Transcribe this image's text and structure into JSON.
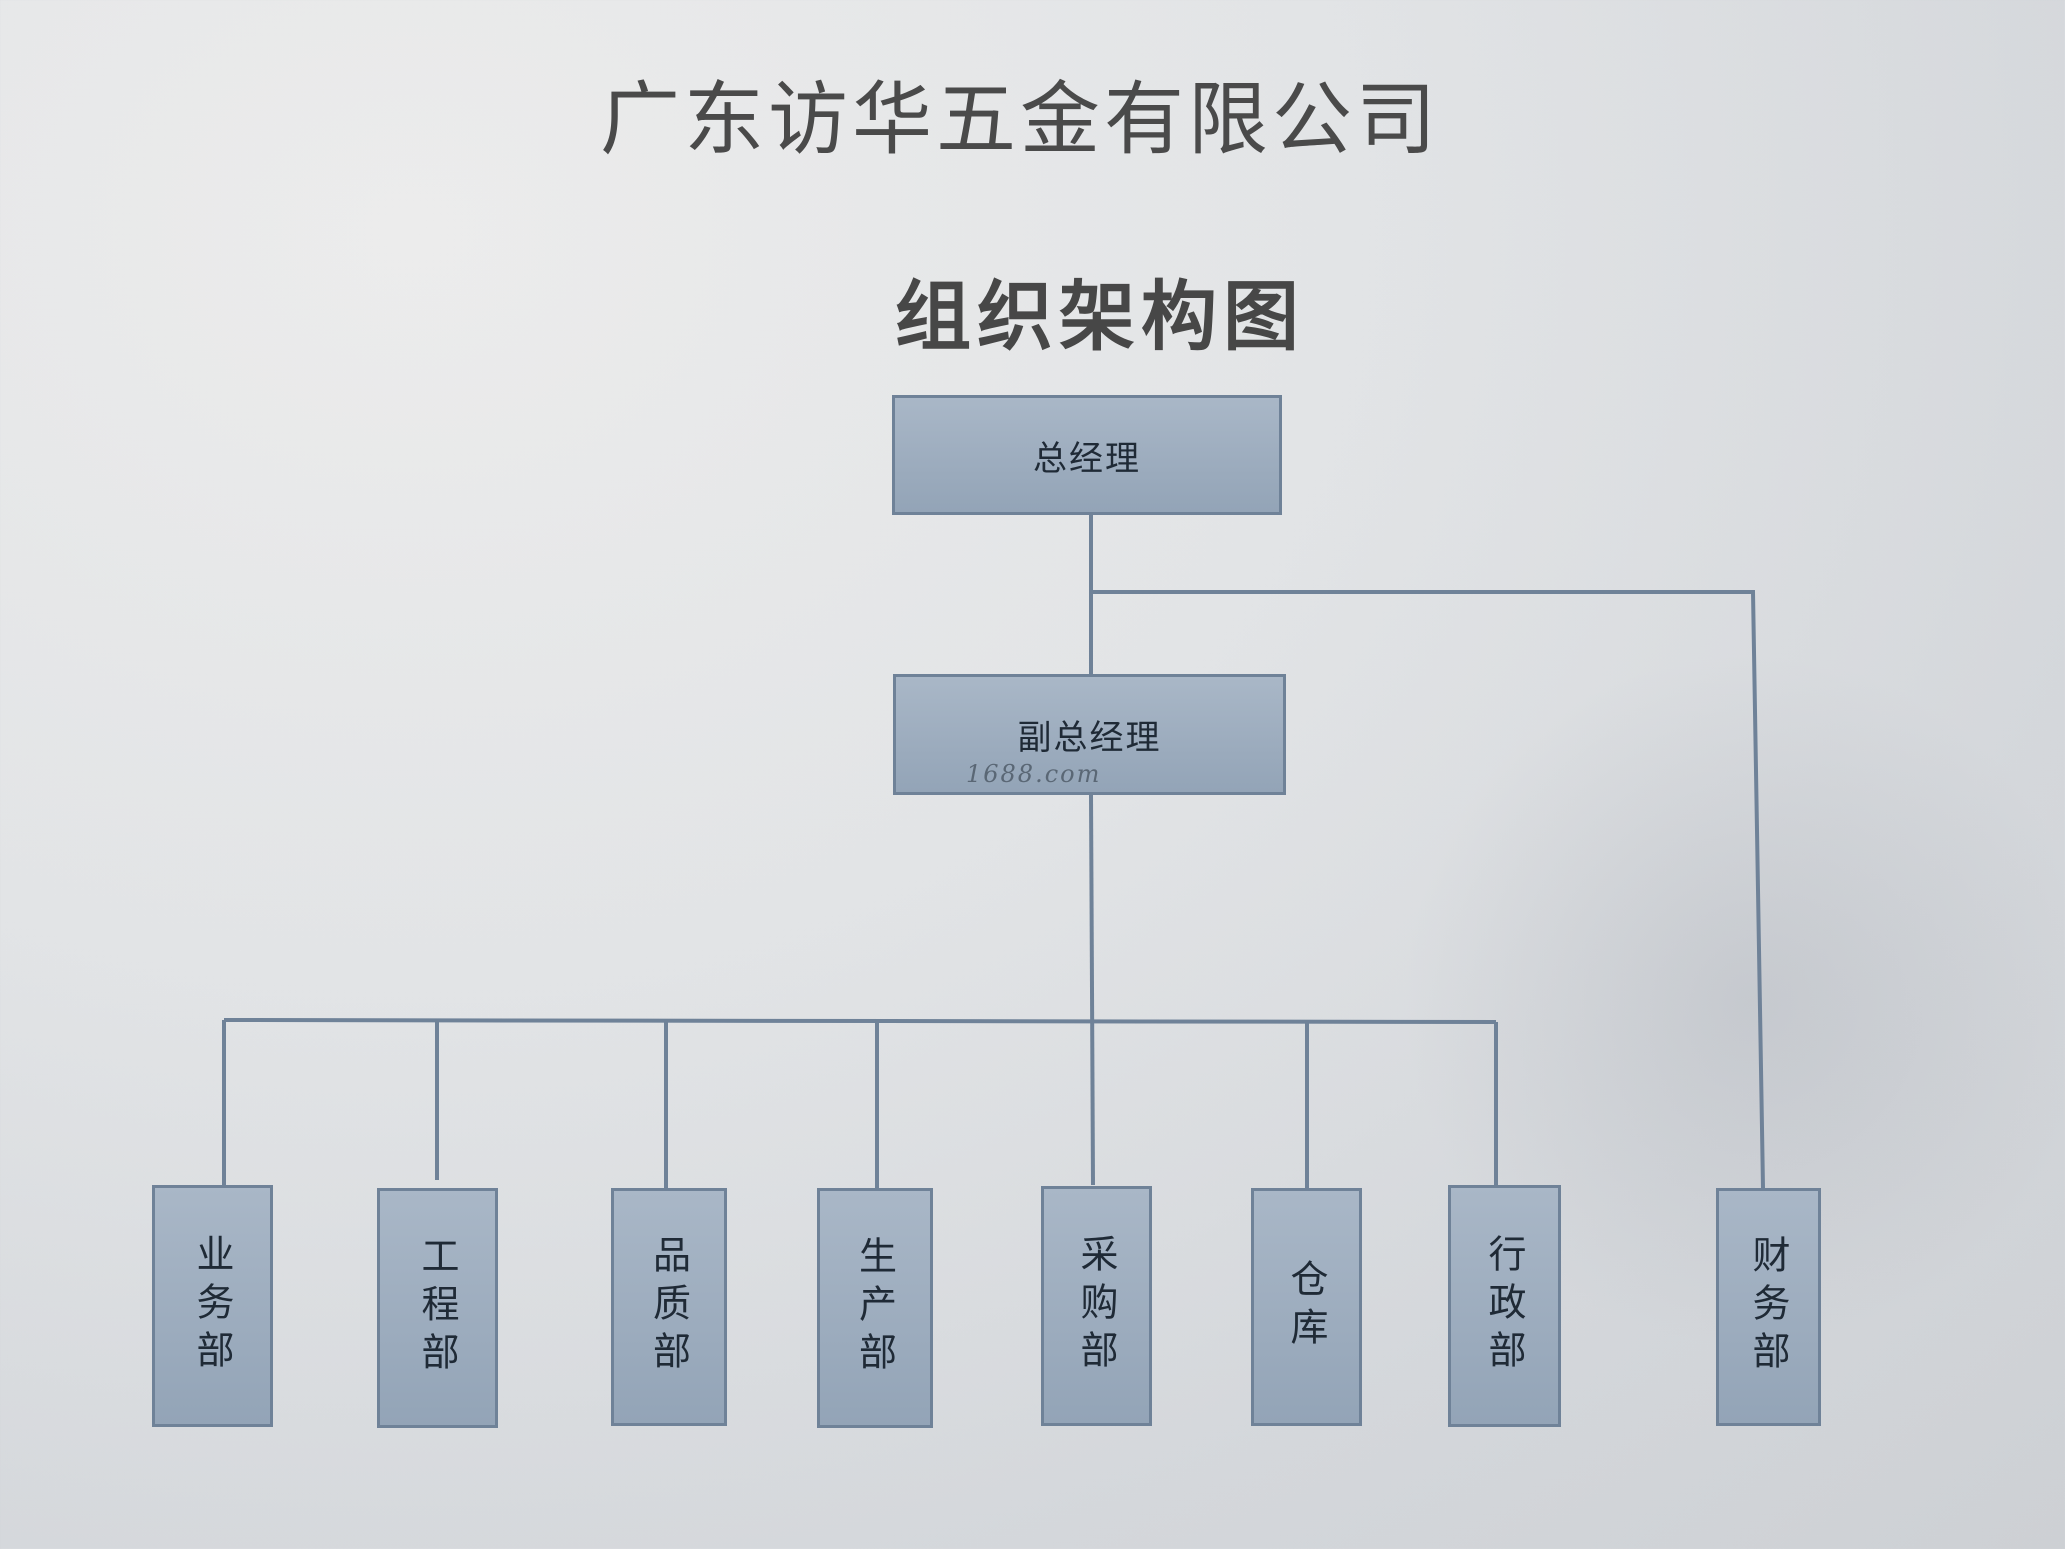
{
  "company": "广东访华五金有限公司",
  "chart_title": "组织架构图",
  "general_manager": "总经理",
  "deputy_general_manager": "副总经理",
  "watermark": "1688.com",
  "departments": [
    "业务部",
    "工程部",
    "品质部",
    "生产部",
    "采购部",
    "仓库",
    "行政部"
  ],
  "finance": "财务部",
  "colors": {
    "box_fill": "#9fafc1",
    "box_border": "#6f8298",
    "line": "#6f8298",
    "text": "#1f2a36"
  }
}
